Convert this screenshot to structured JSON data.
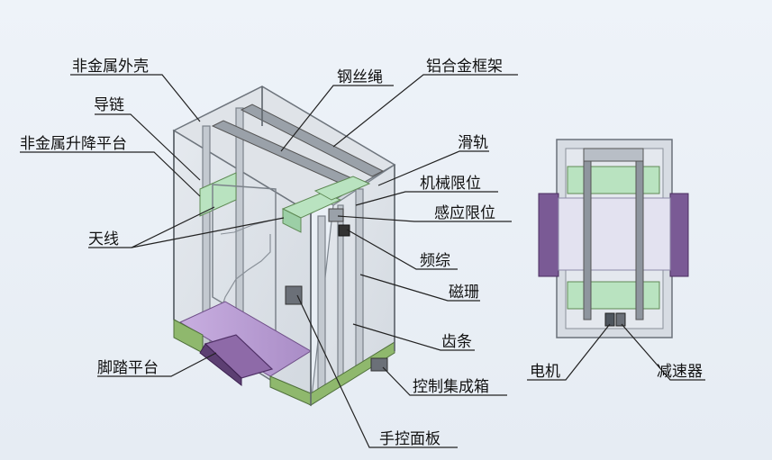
{
  "labels": {
    "outer_shell": "非金属外壳",
    "guide_chain": "导链",
    "lift_platform": "非金属升降平台",
    "antenna": "天线",
    "foot_platform": "脚踏平台",
    "wire_rope": "钢丝绳",
    "alu_frame": "铝合金框架",
    "slide_rail": "滑轨",
    "mech_limit": "机械限位",
    "sensor_limit": "感应限位",
    "freq": "频综",
    "magnetic_grid": "磁珊",
    "rack": "齿条",
    "control_box": "控制集成箱",
    "hand_panel": "手控面板",
    "motor": "电机",
    "reducer": "减速器"
  },
  "colors": {
    "glass": "#d8dde4",
    "frame": "#8e959e",
    "green": "#b9e3c0",
    "green_dark": "#6e9b5a",
    "purple": "#b79fcf",
    "purple_dark": "#6f4f88",
    "leader": "#222222"
  }
}
